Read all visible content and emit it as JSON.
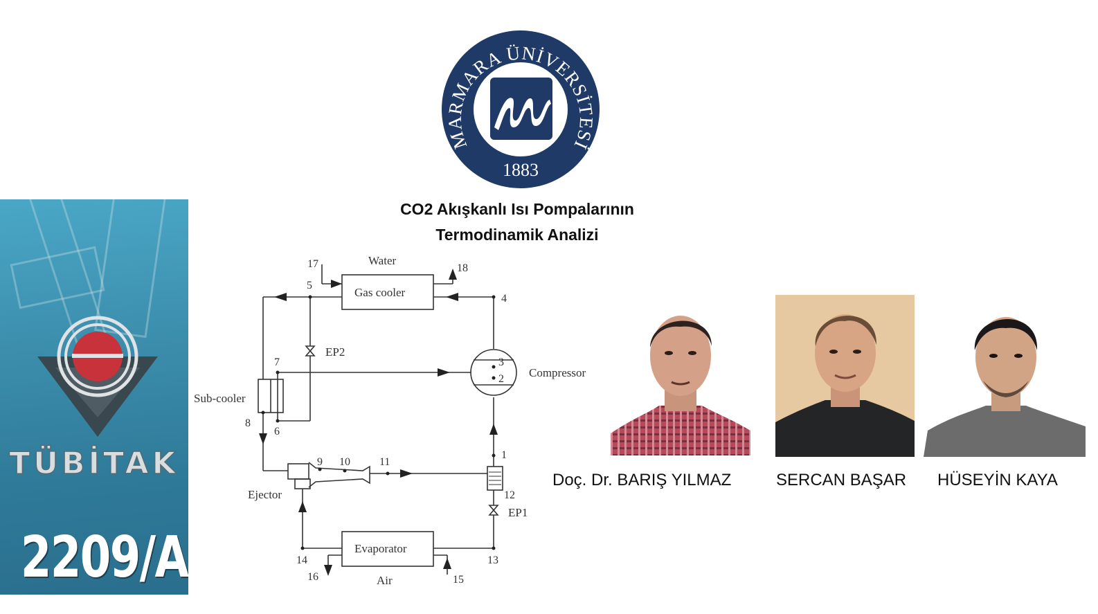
{
  "logo": {
    "ring_text": "MARMARA ÜNİVERSİTESİ",
    "year": "1883",
    "navy": "#1f3a66"
  },
  "title": {
    "line1": "CO2 Akışkanlı Isı Pompalarının",
    "line2": "Termodinamik Analizi"
  },
  "tubitak": {
    "name": "TÜBİTAK",
    "program_code": "2209/A",
    "red": "#c8323a"
  },
  "diagram": {
    "labels": {
      "water": "Water",
      "gas_cooler": "Gas cooler",
      "ep2": "EP2",
      "compressor": "Compressor",
      "sub_cooler": "Sub-cooler",
      "ejector": "Ejector",
      "ep1": "EP1",
      "evaporator": "Evaporator",
      "air": "Air"
    },
    "points": [
      "1",
      "2",
      "3",
      "4",
      "5",
      "6",
      "7",
      "8",
      "9",
      "10",
      "11",
      "12",
      "13",
      "14",
      "15",
      "16",
      "17",
      "18"
    ]
  },
  "people": [
    {
      "name": "Doç. Dr. BARIŞ YILMAZ"
    },
    {
      "name": "SERCAN BAŞAR"
    },
    {
      "name": "HÜSEYİN KAYA"
    }
  ]
}
